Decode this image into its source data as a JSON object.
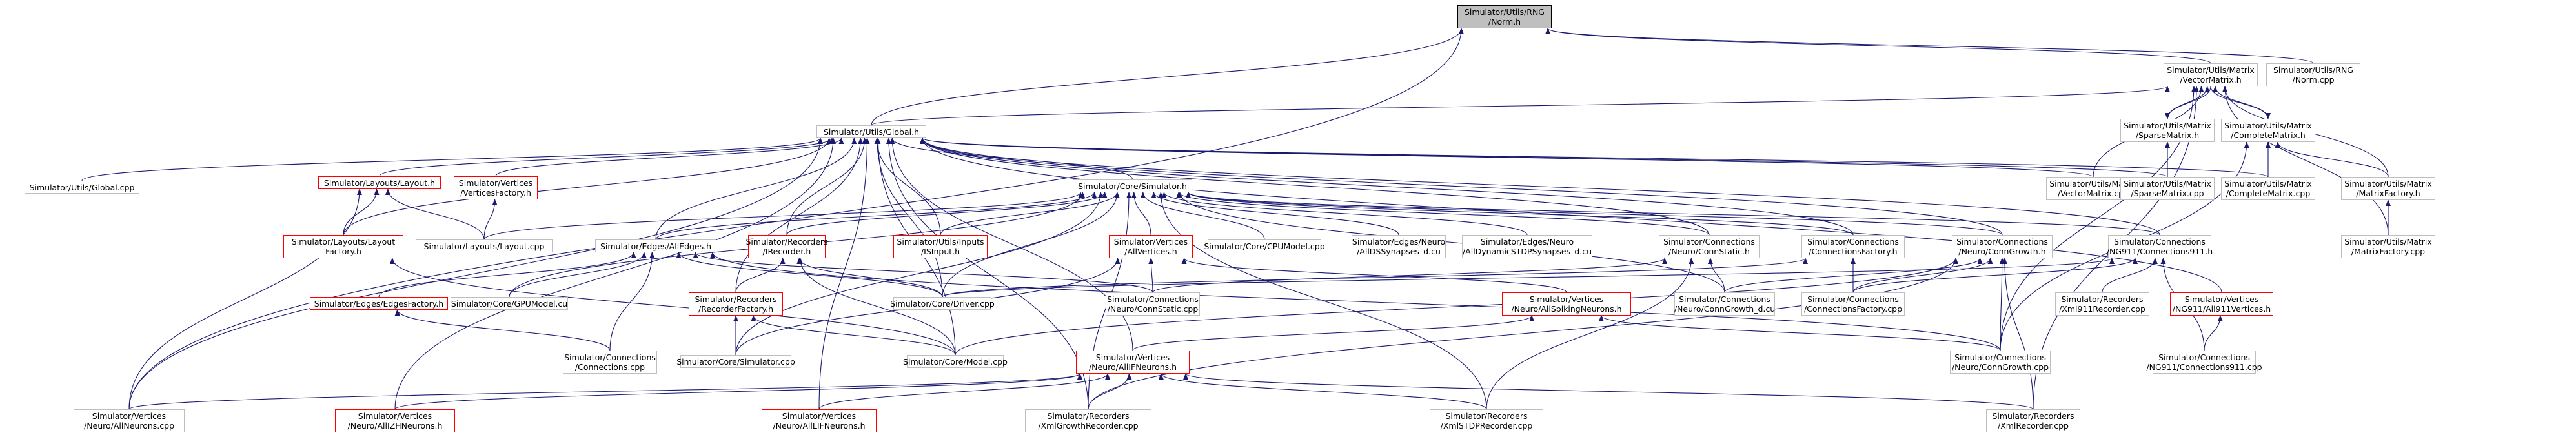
{
  "colors": {
    "edge": "#191970",
    "border": "#bfbfbf",
    "red_border": "#ff0000",
    "focus_fill": "#bfbfbf"
  },
  "nodes": [
    {
      "id": "rng_norm",
      "lines": [
        "Simulator/Utils/RNG",
        "/Norm.h"
      ],
      "style": "focus"
    },
    {
      "id": "vecmat_h",
      "lines": [
        "Simulator/Utils/Matrix",
        "/VectorMatrix.h"
      ],
      "style": "plain"
    },
    {
      "id": "norm_cpp",
      "lines": [
        "Simulator/Utils/RNG",
        "/Norm.cpp"
      ],
      "style": "plain"
    },
    {
      "id": "global_h",
      "lines": [
        "Simulator/Utils/Global.h"
      ],
      "style": "plain"
    },
    {
      "id": "sparse_h",
      "lines": [
        "Simulator/Utils/Matrix",
        "/SparseMatrix.h"
      ],
      "style": "plain"
    },
    {
      "id": "complete_h",
      "lines": [
        "Simulator/Utils/Matrix",
        "/CompleteMatrix.h"
      ],
      "style": "plain"
    },
    {
      "id": "global_cpp",
      "lines": [
        "Simulator/Utils/Global.cpp"
      ],
      "style": "plain"
    },
    {
      "id": "layout_h",
      "lines": [
        "Simulator/Layouts/Layout.h"
      ],
      "style": "red"
    },
    {
      "id": "vertfac_h",
      "lines": [
        "Simulator/Vertices",
        "/VerticesFactory.h"
      ],
      "style": "red"
    },
    {
      "id": "core_sim_h",
      "lines": [
        "Simulator/Core/Simulator.h"
      ],
      "style": "plain"
    },
    {
      "id": "vecmat_cpp",
      "lines": [
        "Simulator/Utils/Matrix",
        "/VectorMatrix.cpp"
      ],
      "style": "plain"
    },
    {
      "id": "sparse_cpp",
      "lines": [
        "Simulator/Utils/Matrix",
        "/SparseMatrix.cpp"
      ],
      "style": "plain"
    },
    {
      "id": "complete_cpp",
      "lines": [
        "Simulator/Utils/Matrix",
        "/CompleteMatrix.cpp"
      ],
      "style": "plain"
    },
    {
      "id": "matfac_h",
      "lines": [
        "Simulator/Utils/Matrix",
        "/MatrixFactory.h"
      ],
      "style": "plain"
    },
    {
      "id": "layfac_h",
      "lines": [
        "Simulator/Layouts/Layout",
        "Factory.h"
      ],
      "style": "red"
    },
    {
      "id": "layout_cpp",
      "lines": [
        "Simulator/Layouts/Layout.cpp"
      ],
      "style": "plain"
    },
    {
      "id": "alledges_h",
      "lines": [
        "Simulator/Edges/AllEdges.h"
      ],
      "style": "plain"
    },
    {
      "id": "irecorder_h",
      "lines": [
        "Simulator/Recorders",
        "/IRecorder.h"
      ],
      "style": "red"
    },
    {
      "id": "isinput_h",
      "lines": [
        "Simulator/Utils/Inputs",
        "/ISInput.h"
      ],
      "style": "red"
    },
    {
      "id": "allvert_h",
      "lines": [
        "Simulator/Vertices",
        "/AllVertices.h"
      ],
      "style": "red"
    },
    {
      "id": "cpumodel_cpp",
      "lines": [
        "Simulator/Core/CPUModel.cpp"
      ],
      "style": "plain"
    },
    {
      "id": "alldss_cu",
      "lines": [
        "Simulator/Edges/Neuro",
        "/AllDSSynapses_d.cu"
      ],
      "style": "plain"
    },
    {
      "id": "alldstdp_cu",
      "lines": [
        "Simulator/Edges/Neuro",
        "/AllDynamicSTDPSynapses_d.cu"
      ],
      "style": "plain"
    },
    {
      "id": "connstatic_h",
      "lines": [
        "Simulator/Connections",
        "/Neuro/ConnStatic.h"
      ],
      "style": "plain"
    },
    {
      "id": "connfac_h",
      "lines": [
        "Simulator/Connections",
        "/ConnectionsFactory.h"
      ],
      "style": "plain"
    },
    {
      "id": "conngrowth_h",
      "lines": [
        "Simulator/Connections",
        "/Neuro/ConnGrowth.h"
      ],
      "style": "plain"
    },
    {
      "id": "ng911conn_h",
      "lines": [
        "Simulator/Connections",
        "/NG911/Connections911.h"
      ],
      "style": "plain"
    },
    {
      "id": "matfac_cpp",
      "lines": [
        "Simulator/Utils/Matrix",
        "/MatrixFactory.cpp"
      ],
      "style": "plain"
    },
    {
      "id": "edgefac_h",
      "lines": [
        "Simulator/Edges/EdgesFactory.h"
      ],
      "style": "red"
    },
    {
      "id": "gpumodel_cu",
      "lines": [
        "Simulator/Core/GPUModel.cu"
      ],
      "style": "plain"
    },
    {
      "id": "recfac_h",
      "lines": [
        "Simulator/Recorders",
        "/RecorderFactory.h"
      ],
      "style": "red"
    },
    {
      "id": "driver_cpp",
      "lines": [
        "Simulator/Core/Driver.cpp"
      ],
      "style": "plain"
    },
    {
      "id": "connstatic_cpp",
      "lines": [
        "Simulator/Connections",
        "/Neuro/ConnStatic.cpp"
      ],
      "style": "plain"
    },
    {
      "id": "allspiking_h",
      "lines": [
        "Simulator/Vertices",
        "/Neuro/AllSpikingNeurons.h"
      ],
      "style": "red"
    },
    {
      "id": "conngrowth_cu",
      "lines": [
        "Simulator/Connections",
        "/Neuro/ConnGrowth_d.cu"
      ],
      "style": "plain"
    },
    {
      "id": "connfac_cpp",
      "lines": [
        "Simulator/Connections",
        "/ConnectionsFactory.cpp"
      ],
      "style": "plain"
    },
    {
      "id": "xml911_cpp",
      "lines": [
        "Simulator/Recorders",
        "/Xml911Recorder.cpp"
      ],
      "style": "plain"
    },
    {
      "id": "all911_h",
      "lines": [
        "Simulator/Vertices",
        "/NG911/All911Vertices.h"
      ],
      "style": "red"
    },
    {
      "id": "connections_cpp",
      "lines": [
        "Simulator/Connections",
        "/Connections.cpp"
      ],
      "style": "plain"
    },
    {
      "id": "core_sim_cpp",
      "lines": [
        "Simulator/Core/Simulator.cpp"
      ],
      "style": "plain"
    },
    {
      "id": "model_cpp",
      "lines": [
        "Simulator/Core/Model.cpp"
      ],
      "style": "plain"
    },
    {
      "id": "allif_h",
      "lines": [
        "Simulator/Vertices",
        "/Neuro/AllIFNeurons.h"
      ],
      "style": "red"
    },
    {
      "id": "conngrowth_cpp",
      "lines": [
        "Simulator/Connections",
        "/Neuro/ConnGrowth.cpp"
      ],
      "style": "plain"
    },
    {
      "id": "ng911conn_cpp",
      "lines": [
        "Simulator/Connections",
        "/NG911/Connections911.cpp"
      ],
      "style": "plain"
    },
    {
      "id": "allneuro_cpp",
      "lines": [
        "Simulator/Vertices",
        "/Neuro/AllNeurons.cpp"
      ],
      "style": "plain"
    },
    {
      "id": "allizh_h",
      "lines": [
        "Simulator/Vertices",
        "/Neuro/AllIZHNeurons.h"
      ],
      "style": "red"
    },
    {
      "id": "alllif_h",
      "lines": [
        "Simulator/Vertices",
        "/Neuro/AllLIFNeurons.h"
      ],
      "style": "red"
    },
    {
      "id": "xmlgrowth_cpp",
      "lines": [
        "Simulator/Recorders",
        "/XmlGrowthRecorder.cpp"
      ],
      "style": "plain"
    },
    {
      "id": "xmlstdp_cpp",
      "lines": [
        "Simulator/Recorders",
        "/XmlSTDPRecorder.cpp"
      ],
      "style": "plain"
    },
    {
      "id": "xmlrec_cpp",
      "lines": [
        "Simulator/Recorders",
        "/XmlRecorder.cpp"
      ],
      "style": "plain"
    }
  ],
  "edges": [
    [
      "vecmat_h",
      "rng_norm"
    ],
    [
      "norm_cpp",
      "rng_norm"
    ],
    [
      "global_h",
      "rng_norm"
    ],
    [
      "allneuro_cpp",
      "rng_norm"
    ],
    [
      "global_h",
      "vecmat_h"
    ],
    [
      "sparse_h",
      "vecmat_h"
    ],
    [
      "complete_h",
      "vecmat_h"
    ],
    [
      "vecmat_cpp",
      "vecmat_h"
    ],
    [
      "matfac_h",
      "vecmat_h"
    ],
    [
      "xmlrec_cpp",
      "vecmat_h"
    ],
    [
      "conngrowth_cpp",
      "vecmat_h"
    ],
    [
      "matfac_cpp",
      "vecmat_h"
    ],
    [
      "vecmat_h",
      "sparse_h"
    ],
    [
      "vecmat_h",
      "complete_h"
    ],
    [
      "global_cpp",
      "global_h"
    ],
    [
      "layout_h",
      "global_h"
    ],
    [
      "vertfac_h",
      "global_h"
    ],
    [
      "core_sim_h",
      "global_h"
    ],
    [
      "vecmat_cpp",
      "global_h"
    ],
    [
      "sparse_cpp",
      "global_h"
    ],
    [
      "complete_cpp",
      "global_h"
    ],
    [
      "layfac_h",
      "global_h"
    ],
    [
      "alledges_h",
      "global_h"
    ],
    [
      "irecorder_h",
      "global_h"
    ],
    [
      "isinput_h",
      "global_h"
    ],
    [
      "recfac_h",
      "global_h"
    ],
    [
      "allif_h",
      "global_h"
    ],
    [
      "allneuro_cpp",
      "global_h"
    ],
    [
      "allizh_h",
      "global_h"
    ],
    [
      "alllif_h",
      "global_h"
    ],
    [
      "model_cpp",
      "global_h"
    ],
    [
      "conngrowth_h",
      "global_h"
    ],
    [
      "ng911conn_h",
      "global_h"
    ],
    [
      "connstatic_h",
      "global_h"
    ],
    [
      "all911_h",
      "global_h"
    ],
    [
      "connfac_h",
      "global_h"
    ],
    [
      "xmlgrowth_cpp",
      "global_h"
    ],
    [
      "driver_cpp",
      "global_h"
    ],
    [
      "sparse_cpp",
      "sparse_h"
    ],
    [
      "complete_cpp",
      "complete_h"
    ],
    [
      "matfac_h",
      "complete_h"
    ],
    [
      "conngrowth_cpp",
      "complete_h"
    ],
    [
      "matfac_cpp",
      "matfac_h"
    ],
    [
      "layfac_h",
      "layout_h"
    ],
    [
      "layout_cpp",
      "layout_h"
    ],
    [
      "allneuro_cpp",
      "layout_h"
    ],
    [
      "layout_cpp",
      "vertfac_h"
    ],
    [
      "layout_cpp",
      "core_sim_h"
    ],
    [
      "alledges_h",
      "core_sim_h"
    ],
    [
      "irecorder_h",
      "core_sim_h"
    ],
    [
      "isinput_h",
      "core_sim_h"
    ],
    [
      "allvert_h",
      "core_sim_h"
    ],
    [
      "cpumodel_cpp",
      "core_sim_h"
    ],
    [
      "alldss_cu",
      "core_sim_h"
    ],
    [
      "alldstdp_cu",
      "core_sim_h"
    ],
    [
      "connstatic_h",
      "core_sim_h"
    ],
    [
      "connfac_h",
      "core_sim_h"
    ],
    [
      "conngrowth_h",
      "core_sim_h"
    ],
    [
      "ng911conn_h",
      "core_sim_h"
    ],
    [
      "driver_cpp",
      "core_sim_h"
    ],
    [
      "core_sim_cpp",
      "core_sim_h"
    ],
    [
      "xmlgrowth_cpp",
      "core_sim_h"
    ],
    [
      "conngrowth_cu",
      "core_sim_h"
    ],
    [
      "xmlstdp_cpp",
      "core_sim_h"
    ],
    [
      "gpumodel_cu",
      "core_sim_h"
    ],
    [
      "model_cpp",
      "layfac_h"
    ],
    [
      "edgefac_h",
      "alledges_h"
    ],
    [
      "gpumodel_cu",
      "alledges_h"
    ],
    [
      "driver_cpp",
      "alledges_h"
    ],
    [
      "connections_cpp",
      "alledges_h"
    ],
    [
      "connstatic_cpp",
      "alledges_h"
    ],
    [
      "conngrowth_cpp",
      "alledges_h"
    ],
    [
      "recfac_h",
      "irecorder_h"
    ],
    [
      "model_cpp",
      "irecorder_h"
    ],
    [
      "driver_cpp",
      "irecorder_h"
    ],
    [
      "allspiking_h",
      "allvert_h"
    ],
    [
      "connstatic_cpp",
      "allvert_h"
    ],
    [
      "core_sim_cpp",
      "allvert_h"
    ],
    [
      "connstatic_cpp",
      "connstatic_h"
    ],
    [
      "xmlstdp_cpp",
      "connstatic_h"
    ],
    [
      "conngrowth_cu",
      "connstatic_h"
    ],
    [
      "connfac_cpp",
      "connfac_h"
    ],
    [
      "driver_cpp",
      "connfac_h"
    ],
    [
      "conngrowth_cu",
      "conngrowth_h"
    ],
    [
      "connfac_cpp",
      "conngrowth_h"
    ],
    [
      "conngrowth_cpp",
      "conngrowth_h"
    ],
    [
      "xmlrec_cpp",
      "conngrowth_h"
    ],
    [
      "xmlgrowth_cpp",
      "conngrowth_h"
    ],
    [
      "model_cpp",
      "conngrowth_h"
    ],
    [
      "xml911_cpp",
      "ng911conn_h"
    ],
    [
      "ng911conn_cpp",
      "ng911conn_h"
    ],
    [
      "connfac_cpp",
      "ng911conn_h"
    ],
    [
      "driver_cpp",
      "ng911conn_h"
    ],
    [
      "connections_cpp",
      "edgefac_h"
    ],
    [
      "model_cpp",
      "recfac_h"
    ],
    [
      "core_sim_cpp",
      "recfac_h"
    ],
    [
      "allif_h",
      "allspiking_h"
    ],
    [
      "conngrowth_cpp",
      "allspiking_h"
    ],
    [
      "ng911conn_cpp",
      "all911_h"
    ],
    [
      "allizh_h",
      "allif_h"
    ],
    [
      "alllif_h",
      "allif_h"
    ],
    [
      "xmlgrowth_cpp",
      "allif_h"
    ],
    [
      "xmlstdp_cpp",
      "allif_h"
    ],
    [
      "xmlrec_cpp",
      "allif_h"
    ],
    [
      "allneuro_cpp",
      "allif_h"
    ]
  ]
}
